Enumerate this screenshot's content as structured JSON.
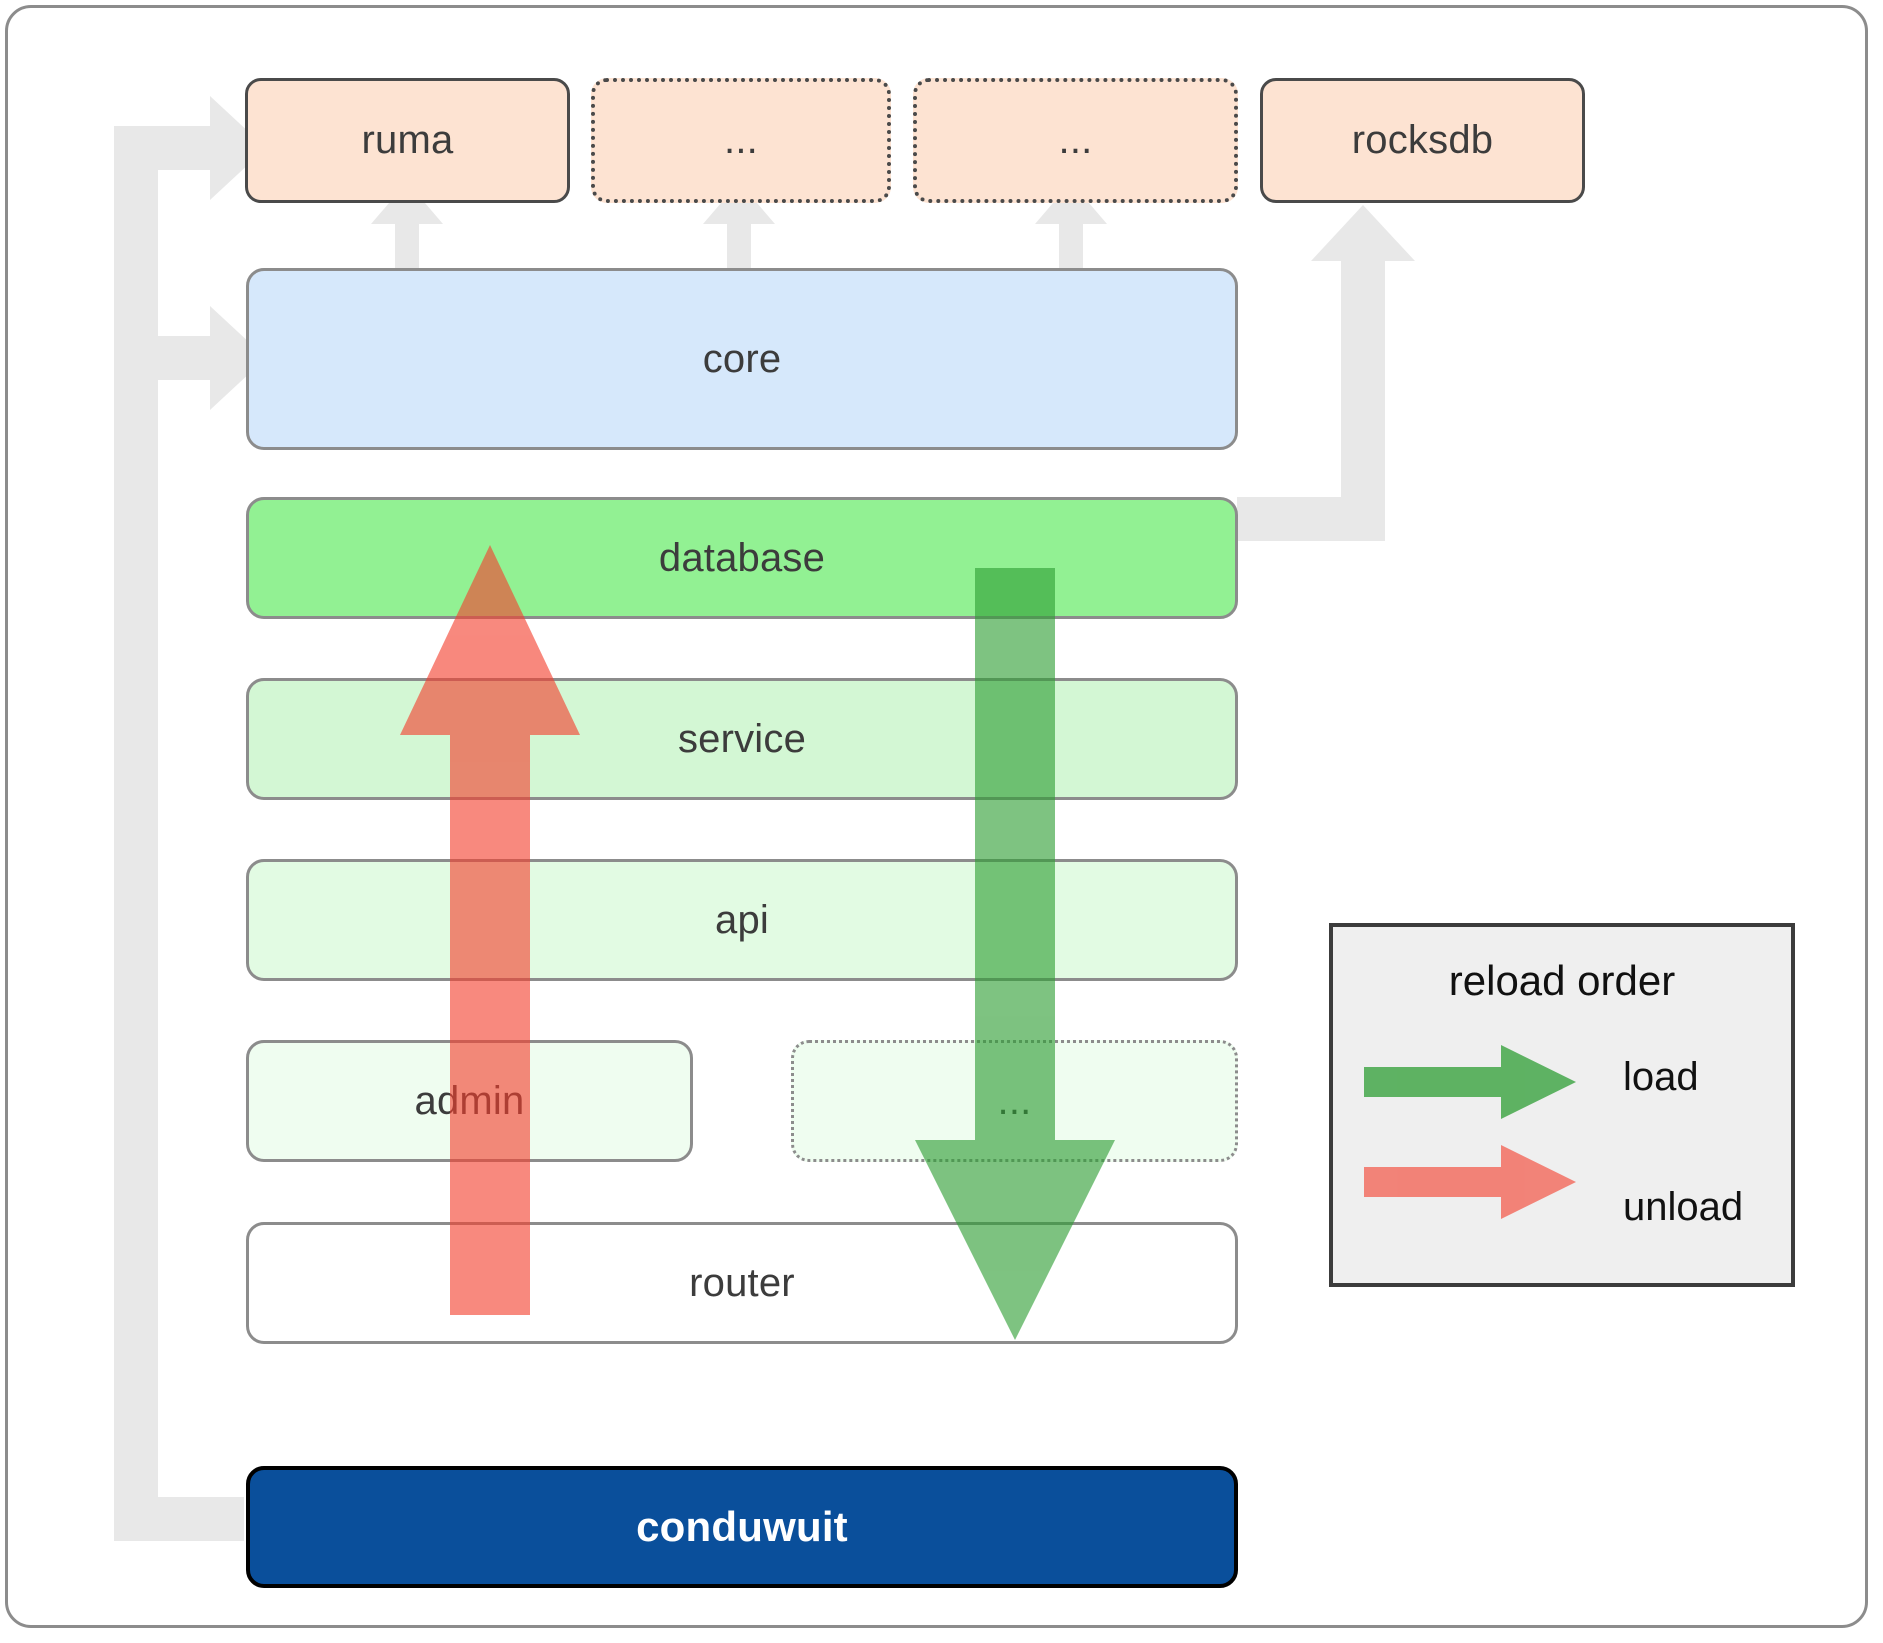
{
  "diagram": {
    "title": "conduwuit module reload order diagram",
    "colors": {
      "lib_fill": "#fde3d2",
      "lib_stroke": "#4a4a4a",
      "core_fill": "#d6e8fb",
      "database_fill": "#92f193",
      "service_fill": "#d3f7d4",
      "api_fill": "#e2fbe3",
      "admin_fill": "#effdf0",
      "router_fill": "#ffffff",
      "root_fill": "#0a4f9b",
      "root_text": "#ffffff",
      "node_stroke": "#8c8c8c",
      "connector_gray": "#e8e8e8",
      "load_green": "#4caf50",
      "unload_red": "#f97b7b",
      "legend_fill": "#efefef",
      "legend_stroke": "#3c3c3c",
      "text": "#3c3c3c"
    },
    "libraries": [
      {
        "label": "ruma",
        "style": "solid"
      },
      {
        "label": "...",
        "style": "dotted"
      },
      {
        "label": "...",
        "style": "dotted"
      },
      {
        "label": "rocksdb",
        "style": "solid"
      }
    ],
    "layers": [
      {
        "label": "core",
        "style": "solid"
      },
      {
        "label": "database",
        "style": "solid"
      },
      {
        "label": "service",
        "style": "solid"
      },
      {
        "label": "api",
        "style": "solid"
      },
      {
        "label": "admin",
        "style": "solid"
      },
      {
        "label": "...",
        "style": "dotted"
      },
      {
        "label": "router",
        "style": "solid"
      }
    ],
    "root": {
      "label": "conduwuit"
    },
    "legend": {
      "title": "reload order",
      "items": [
        {
          "label": "load",
          "color": "#4caf50"
        },
        {
          "label": "unload",
          "color": "#f97b7b"
        }
      ]
    }
  }
}
